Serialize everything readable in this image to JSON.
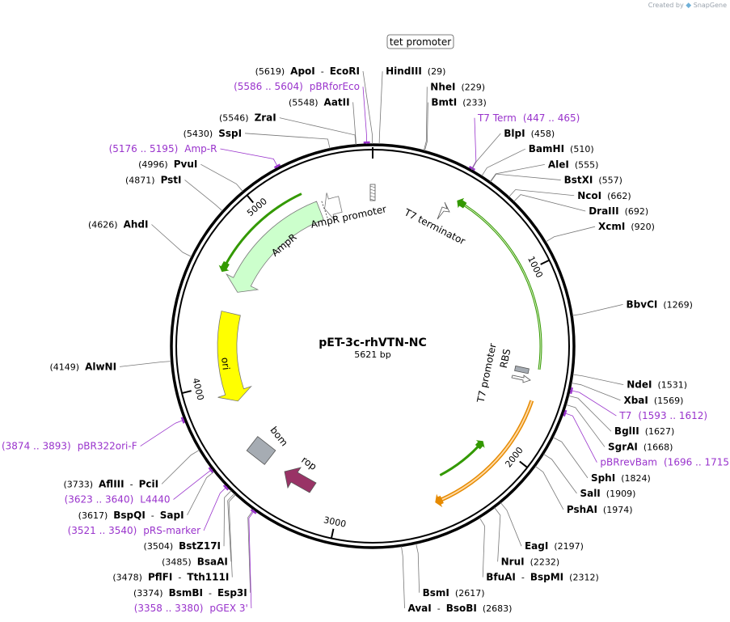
{
  "watermark": {
    "prefix": "Created by",
    "brand": "SnapGene"
  },
  "plasmid": {
    "name": "pET-3c-rhVTN-NC",
    "length_label": "5621 bp",
    "length": 5621
  },
  "ticks": [
    {
      "pos": 1000,
      "label": "1000"
    },
    {
      "pos": 2000,
      "label": "2000"
    },
    {
      "pos": 3000,
      "label": "3000"
    },
    {
      "pos": 4000,
      "label": "4000"
    },
    {
      "pos": 5000,
      "label": "5000"
    }
  ],
  "enzymes": [
    {
      "parts": [
        [
          "(5619)",
          "rpos"
        ],
        [
          "ApoI",
          "rname"
        ],
        [
          "-",
          "rpos"
        ],
        [
          "EcoRI",
          "rname"
        ]
      ],
      "pos": 5619,
      "side": "L"
    },
    {
      "parts": [
        [
          "(5548)",
          "rpos"
        ],
        [
          "AatII",
          "rname"
        ]
      ],
      "pos": 5548,
      "side": "L"
    },
    {
      "parts": [
        [
          "(5546)",
          "rpos"
        ],
        [
          "ZraI",
          "rname"
        ]
      ],
      "pos": 5546,
      "side": "L"
    },
    {
      "parts": [
        [
          "(5430)",
          "rpos"
        ],
        [
          "SspI",
          "rname"
        ]
      ],
      "pos": 5430,
      "side": "L"
    },
    {
      "parts": [
        [
          "(4996)",
          "rpos"
        ],
        [
          "PvuI",
          "rname"
        ]
      ],
      "pos": 4996,
      "side": "L"
    },
    {
      "parts": [
        [
          "(4871)",
          "rpos"
        ],
        [
          "PstI",
          "rname"
        ]
      ],
      "pos": 4871,
      "side": "L"
    },
    {
      "parts": [
        [
          "(4626)",
          "rpos"
        ],
        [
          "AhdI",
          "rname"
        ]
      ],
      "pos": 4626,
      "side": "L"
    },
    {
      "parts": [
        [
          "(4149)",
          "rpos"
        ],
        [
          "AlwNI",
          "rname"
        ]
      ],
      "pos": 4149,
      "side": "L"
    },
    {
      "parts": [
        [
          "(3733)",
          "rpos"
        ],
        [
          "AflIII",
          "rname"
        ],
        [
          "-",
          "rpos"
        ],
        [
          "PciI",
          "rname"
        ]
      ],
      "pos": 3733,
      "side": "L"
    },
    {
      "parts": [
        [
          "(3617)",
          "rpos"
        ],
        [
          "BspQI",
          "rname"
        ],
        [
          "-",
          "rpos"
        ],
        [
          "SapI",
          "rname"
        ]
      ],
      "pos": 3617,
      "side": "L"
    },
    {
      "parts": [
        [
          "(3504)",
          "rpos"
        ],
        [
          "BstZ17I",
          "rname"
        ]
      ],
      "pos": 3504,
      "side": "L"
    },
    {
      "parts": [
        [
          "(3485)",
          "rpos"
        ],
        [
          "BsaAI",
          "rname"
        ]
      ],
      "pos": 3485,
      "side": "L"
    },
    {
      "parts": [
        [
          "(3478)",
          "rpos"
        ],
        [
          "PflFI",
          "rname"
        ],
        [
          "-",
          "rpos"
        ],
        [
          "Tth111I",
          "rname"
        ]
      ],
      "pos": 3478,
      "side": "L"
    },
    {
      "parts": [
        [
          "(3374)",
          "rpos"
        ],
        [
          "BsmBI",
          "rname"
        ],
        [
          "-",
          "rpos"
        ],
        [
          "Esp3I",
          "rname"
        ]
      ],
      "pos": 3374,
      "side": "L"
    },
    {
      "parts": [
        [
          "HindIII",
          "rname"
        ],
        [
          "(29)",
          "rpos"
        ]
      ],
      "pos": 29,
      "side": "R"
    },
    {
      "parts": [
        [
          "NheI",
          "rname"
        ],
        [
          "(229)",
          "rpos"
        ]
      ],
      "pos": 229,
      "side": "R"
    },
    {
      "parts": [
        [
          "BmtI",
          "rname"
        ],
        [
          "(233)",
          "rpos"
        ]
      ],
      "pos": 233,
      "side": "R"
    },
    {
      "parts": [
        [
          "BlpI",
          "rname"
        ],
        [
          "(458)",
          "rpos"
        ]
      ],
      "pos": 458,
      "side": "R"
    },
    {
      "parts": [
        [
          "BamHI",
          "rname"
        ],
        [
          "(510)",
          "rpos"
        ]
      ],
      "pos": 510,
      "side": "R"
    },
    {
      "parts": [
        [
          "AleI",
          "rname"
        ],
        [
          "(555)",
          "rpos"
        ]
      ],
      "pos": 555,
      "side": "R"
    },
    {
      "parts": [
        [
          "BstXI",
          "rname"
        ],
        [
          "(557)",
          "rpos"
        ]
      ],
      "pos": 557,
      "side": "R"
    },
    {
      "parts": [
        [
          "NcoI",
          "rname"
        ],
        [
          "(662)",
          "rpos"
        ]
      ],
      "pos": 662,
      "side": "R"
    },
    {
      "parts": [
        [
          "DraIII",
          "rname"
        ],
        [
          "(692)",
          "rpos"
        ]
      ],
      "pos": 692,
      "side": "R"
    },
    {
      "parts": [
        [
          "XcmI",
          "rname"
        ],
        [
          "(920)",
          "rpos"
        ]
      ],
      "pos": 920,
      "side": "R"
    },
    {
      "parts": [
        [
          "BbvCI",
          "rname"
        ],
        [
          "(1269)",
          "rpos"
        ]
      ],
      "pos": 1269,
      "side": "R"
    },
    {
      "parts": [
        [
          "NdeI",
          "rname"
        ],
        [
          "(1531)",
          "rpos"
        ]
      ],
      "pos": 1531,
      "side": "R"
    },
    {
      "parts": [
        [
          "XbaI",
          "rname"
        ],
        [
          "(1569)",
          "rpos"
        ]
      ],
      "pos": 1569,
      "side": "R"
    },
    {
      "parts": [
        [
          "BglII",
          "rname"
        ],
        [
          "(1627)",
          "rpos"
        ]
      ],
      "pos": 1627,
      "side": "R"
    },
    {
      "parts": [
        [
          "SgrAI",
          "rname"
        ],
        [
          "(1668)",
          "rpos"
        ]
      ],
      "pos": 1668,
      "side": "R"
    },
    {
      "parts": [
        [
          "SphI",
          "rname"
        ],
        [
          "(1824)",
          "rpos"
        ]
      ],
      "pos": 1824,
      "side": "R"
    },
    {
      "parts": [
        [
          "SalI",
          "rname"
        ],
        [
          "(1909)",
          "rpos"
        ]
      ],
      "pos": 1909,
      "side": "R"
    },
    {
      "parts": [
        [
          "PshAI",
          "rname"
        ],
        [
          "(1974)",
          "rpos"
        ]
      ],
      "pos": 1974,
      "side": "R"
    },
    {
      "parts": [
        [
          "EagI",
          "rname"
        ],
        [
          "(2197)",
          "rpos"
        ]
      ],
      "pos": 2197,
      "side": "R"
    },
    {
      "parts": [
        [
          "NruI",
          "rname"
        ],
        [
          "(2232)",
          "rpos"
        ]
      ],
      "pos": 2232,
      "side": "R"
    },
    {
      "parts": [
        [
          "BfuAI",
          "rname"
        ],
        [
          "-",
          "rpos"
        ],
        [
          "BspMI",
          "rname"
        ],
        [
          "(2312)",
          "rpos"
        ]
      ],
      "pos": 2312,
      "side": "R"
    },
    {
      "parts": [
        [
          "BsmI",
          "rname"
        ],
        [
          "(2617)",
          "rpos"
        ]
      ],
      "pos": 2617,
      "side": "R"
    },
    {
      "parts": [
        [
          "AvaI",
          "rname"
        ],
        [
          "-",
          "rpos"
        ],
        [
          "BsoBI",
          "rname"
        ],
        [
          "(2683)",
          "rpos"
        ]
      ],
      "pos": 2683,
      "side": "R"
    }
  ],
  "primers": [
    {
      "range": "(5586 .. 5604)",
      "name": "pBRforEco",
      "pos": 5595,
      "side": "L"
    },
    {
      "range": "(5176 .. 5195)",
      "name": "Amp-R",
      "pos": 5185,
      "side": "L"
    },
    {
      "range": "(3874 .. 3893)",
      "name": "pBR322ori-F",
      "pos": 3883,
      "side": "L"
    },
    {
      "range": "(3623 .. 3640)",
      "name": "L4440",
      "pos": 3631,
      "side": "L"
    },
    {
      "range": "(3521 .. 3540)",
      "name": "pRS-marker",
      "pos": 3530,
      "side": "L"
    },
    {
      "range": "(3358 .. 3380)",
      "name": "pGEX 3'",
      "pos": 3369,
      "side": "L"
    },
    {
      "range": "(447 .. 465)",
      "name": "T7 Term",
      "pos": 456,
      "side": "R",
      "order": "name-first"
    },
    {
      "range": "(1593 .. 1612)",
      "name": "T7",
      "pos": 1602,
      "side": "R",
      "order": "name-first"
    },
    {
      "range": "(1696 .. 1715)",
      "name": "pBRrevBam",
      "pos": 1705,
      "side": "R",
      "order": "name-first"
    }
  ],
  "features": {
    "tet_promoter": "tet promoter",
    "ampr_promoter": "AmpR promoter",
    "ampr": "AmpR",
    "ori": "ori",
    "bom": "bom",
    "rop": "rop",
    "t7_terminator": "T7 terminator",
    "t7_promoter": "T7 promoter",
    "rbs": "RBS"
  },
  "colors": {
    "ampr_fill": "#ccffcc",
    "ori_fill": "#ffff00",
    "bom_fill": "#a6acb3",
    "rop_fill": "#993366",
    "orf_green": "#339900",
    "orf_orange": "#e68a00",
    "primer": "#9933cc"
  }
}
